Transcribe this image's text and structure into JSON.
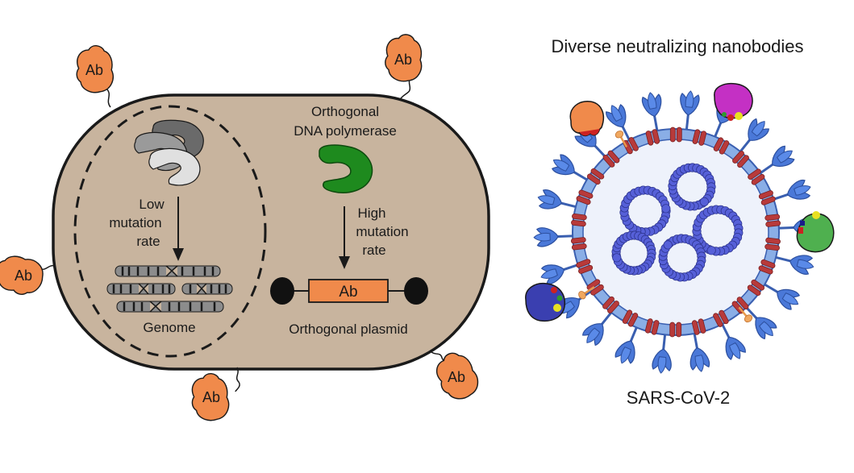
{
  "cell": {
    "genome_compartment": {
      "rate_lines": [
        "Low",
        "mutation",
        "rate"
      ],
      "label": "Genome"
    },
    "polymerase": {
      "title_lines": [
        "Orthogonal",
        "DNA polymerase"
      ],
      "rate_lines": [
        "High",
        "mutation",
        "rate"
      ]
    },
    "plasmid": {
      "insert_label": "Ab",
      "label": "Orthogonal plasmid"
    },
    "surface_antibodies": [
      "Ab",
      "Ab",
      "Ab",
      "Ab",
      "Ab"
    ]
  },
  "virus": {
    "title": "Diverse neutralizing nanobodies",
    "label": "SARS-CoV-2"
  },
  "colors": {
    "cell_fill": "#c8b49e",
    "antibody_orange": "#f08a4b",
    "polymerase_green": "#1e8a1e",
    "spike_blue": "#4a78d8",
    "membrane_blue": "#8aaee6",
    "virus_interior": "#eef2fb",
    "rna_blue": "#5660d8",
    "protein_red": "#c0392b",
    "nanobody_orange": "#f08a4b",
    "nanobody_magenta": "#c430c4",
    "nanobody_green": "#4fb04f",
    "nanobody_navy": "#3a3fb0"
  }
}
